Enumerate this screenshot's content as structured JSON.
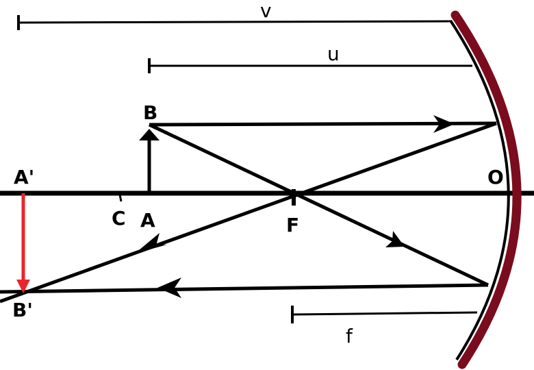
{
  "labels": {
    "v": "v",
    "u": "u",
    "f": "f",
    "B": "B",
    "A": "A",
    "A_prime": "A'",
    "B_prime": "B'",
    "C": "C",
    "F": "F",
    "O": "O"
  },
  "colors": {
    "mirror_back": "#7a0c1e",
    "mirror_surface": "#000000",
    "image_arrow": "#e8262b",
    "rays": "#000000"
  }
}
